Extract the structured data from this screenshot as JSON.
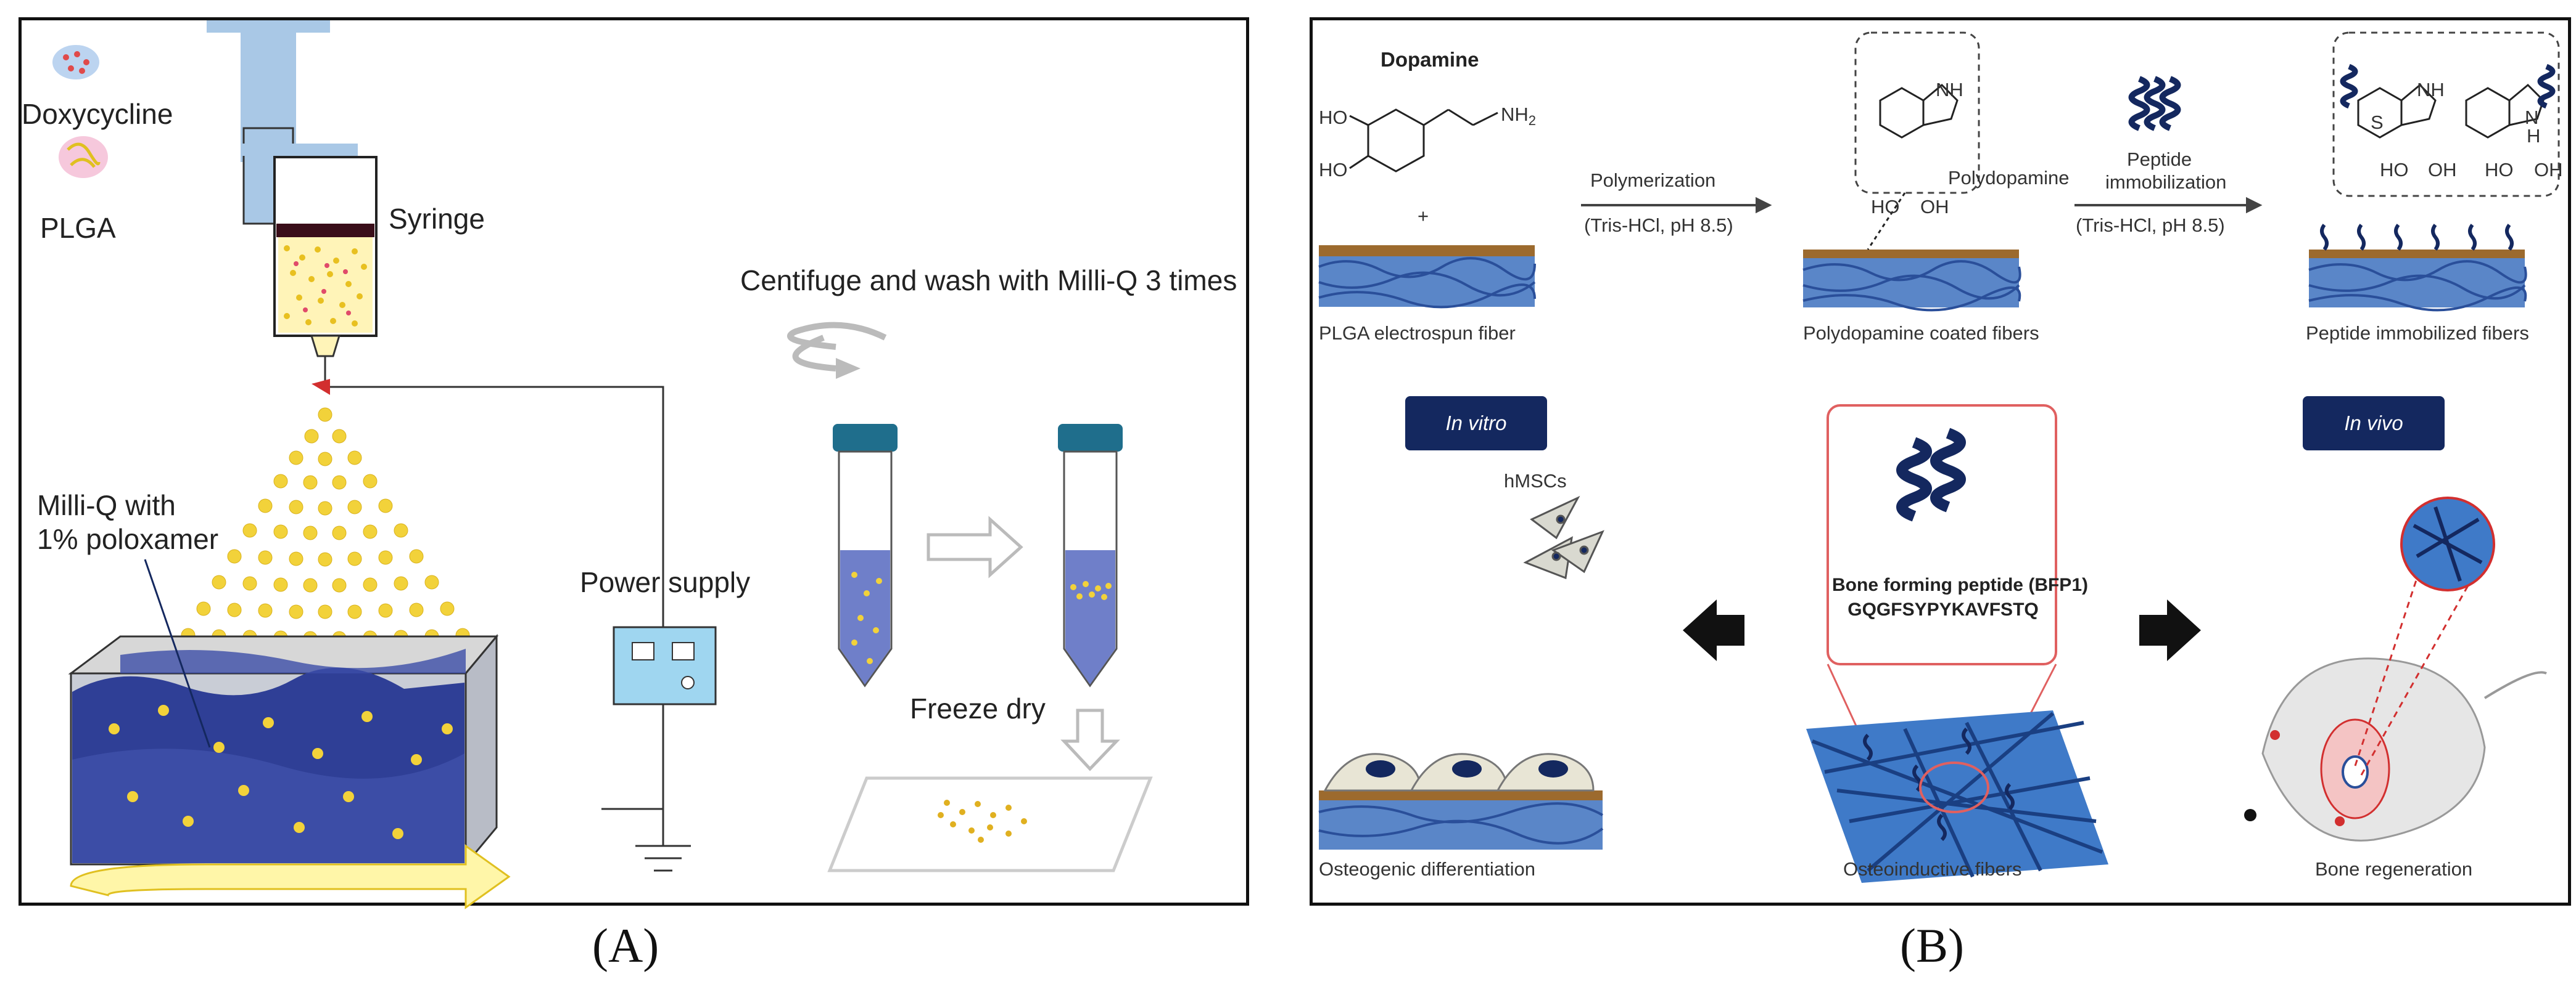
{
  "panel_a": {
    "caption": "(A)",
    "doxycycline": "Doxycycline",
    "plga": "PLGA",
    "syringe": "Syringe",
    "milliq_line1": "Milli-Q with",
    "milliq_line2": "1% poloxamer",
    "power_supply": "Power supply",
    "centrifuge": "Centifuge and wash with Milli-Q 3 times",
    "freeze_dry": "Freeze dry"
  },
  "panel_b": {
    "caption": "(B)",
    "dopamine": "Dopamine",
    "nh2": "NH",
    "nh2_sub": "2",
    "ho_1": "HO",
    "ho_2": "HO",
    "plus": "+",
    "nh_1": "NH",
    "nh_2": "NH",
    "n_3": "N",
    "h_3": "H",
    "s_label": "S",
    "oh_1": "OH",
    "oh_2": "OH",
    "oh_3": "OH",
    "ho_3": "HO",
    "ho_4": "HO",
    "ho_5": "HO",
    "polymerization": "Polymerization",
    "tris_1": "(Tris-HCl, pH 8.5)",
    "polydopamine": "Polydopamine",
    "peptide_line1": "Peptide",
    "peptide_line2": "immobilization",
    "tris_2": "(Tris-HCl, pH 8.5)",
    "plga_fiber": "PLGA electrospun fiber",
    "pd_fibers": "Polydopamine coated fibers",
    "peptide_fibers": "Peptide immobilized fibers",
    "in_vitro": "In vitro",
    "in_vivo": "In vivo",
    "hmscs": "hMSCs",
    "bfp_title": "Bone forming peptide (BFP1)",
    "bfp_seq": "GQGFSYPYKAVFSTQ",
    "osteogenic": "Osteogenic differentiation",
    "osteoinductive": "Osteoinductive fibers",
    "bone_regen": "Bone regeneration"
  },
  "colors": {
    "navy": "#14285f",
    "fiber_blue": "#5a86c8",
    "polydopamine_brown": "#9c6a2e",
    "particle_yellow": "#f2d23a",
    "bath_blue": "#2f3f96",
    "syringe_blue": "#a9c8e6",
    "red_marker": "#d22f2f"
  }
}
